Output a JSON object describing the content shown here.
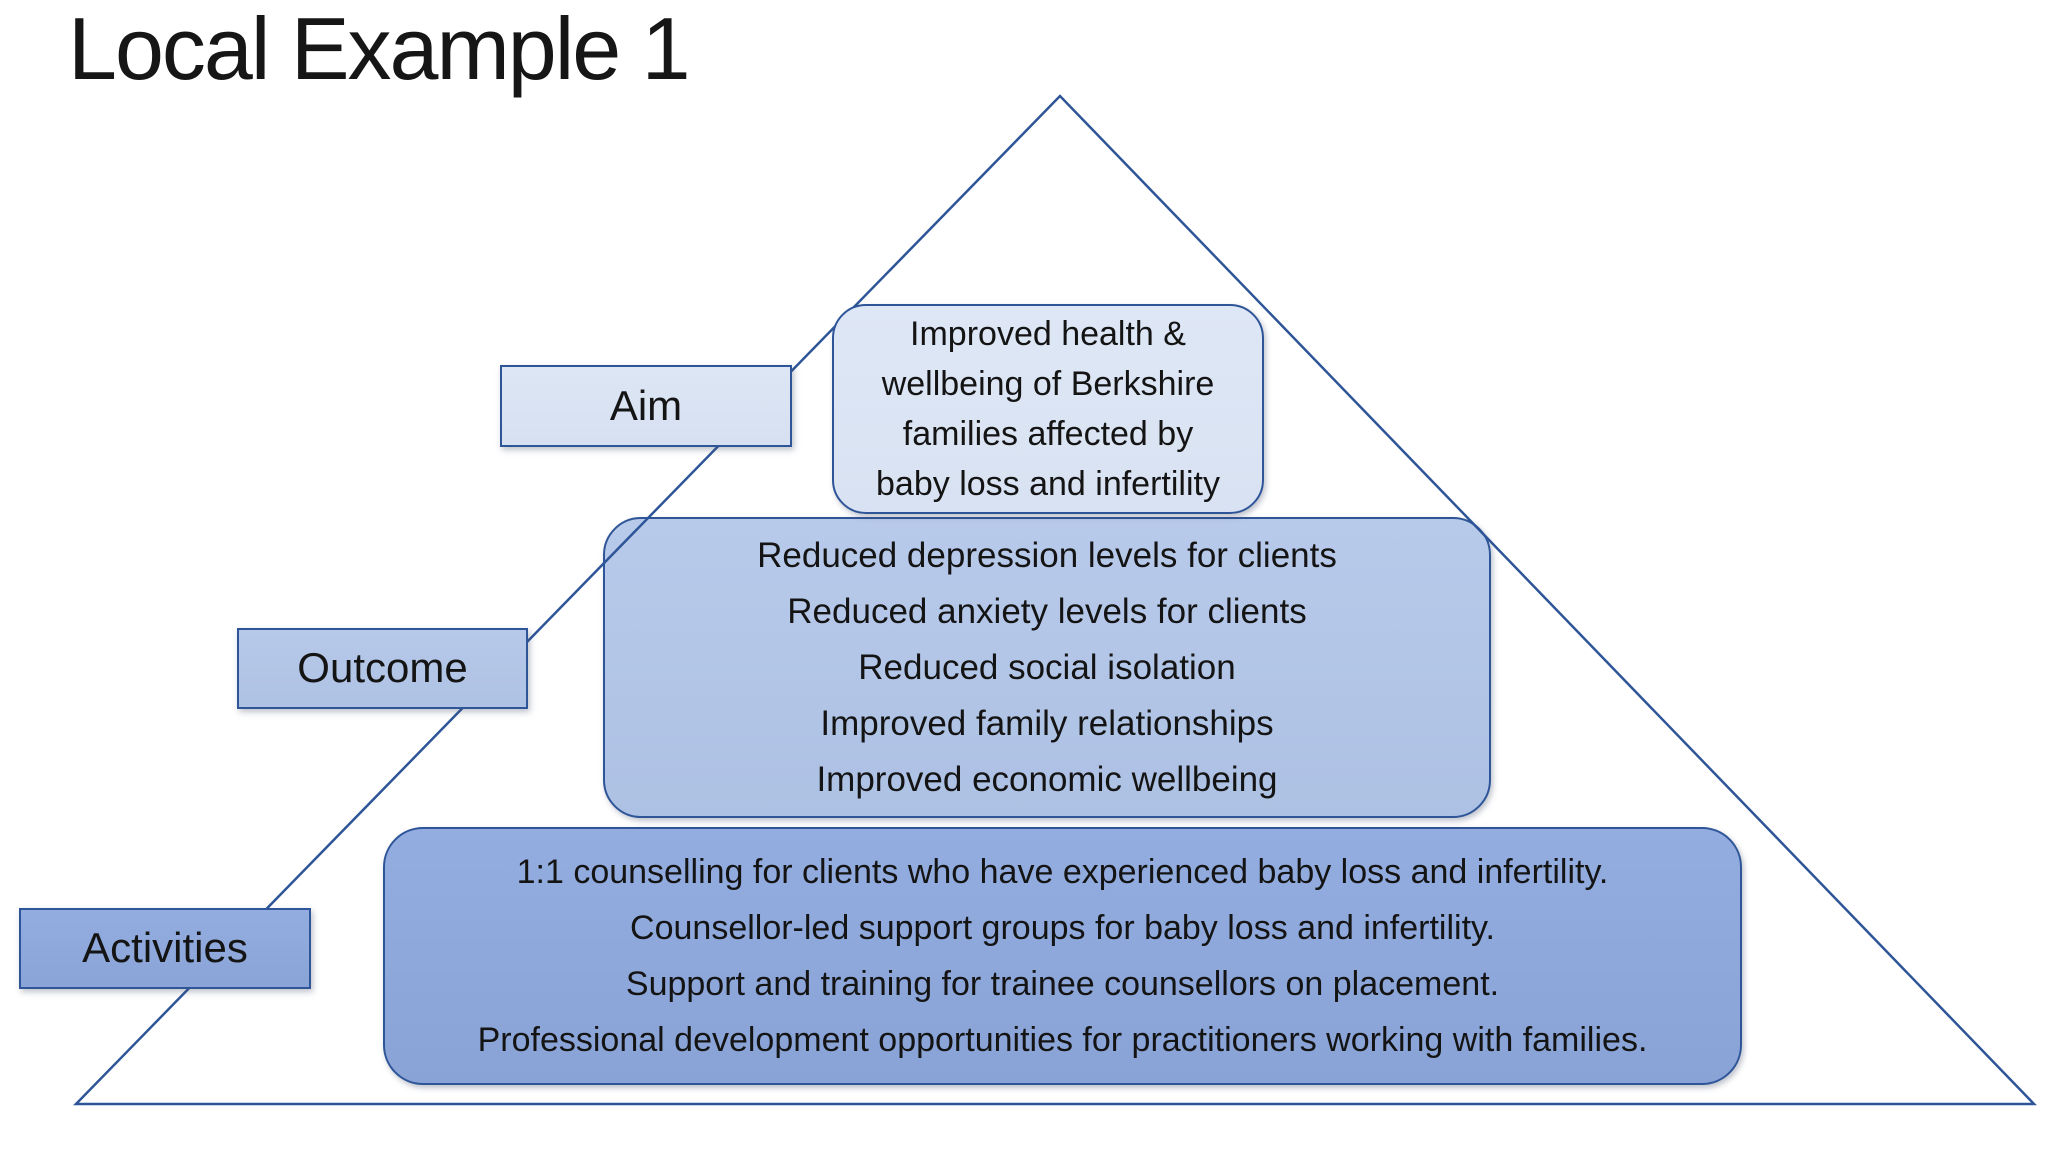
{
  "slide": {
    "title": "Local Example 1"
  },
  "colors": {
    "shape_border": "#2e5597",
    "triangle_line": "#2e5597",
    "aim_fill": "#dae3f3",
    "outcome_fill": "#b4c7e7",
    "activities_fill": "#8faadc",
    "text": "#141414",
    "background": "#ffffff"
  },
  "pyramid": {
    "aim": {
      "label": "Aim",
      "lines": [
        "Improved health &",
        "wellbeing of Berkshire",
        "families affected by",
        "baby loss and infertility"
      ]
    },
    "outcome": {
      "label": "Outcome",
      "lines": [
        "Reduced depression levels for clients",
        "Reduced anxiety levels for clients",
        "Reduced social isolation",
        "Improved family relationships",
        "Improved economic wellbeing"
      ]
    },
    "activities": {
      "label": "Activities",
      "lines": [
        "1:1 counselling for clients who have experienced baby loss and infertility.",
        "Counsellor-led support groups for baby loss and infertility.",
        "Support and training for trainee counsellors on placement.",
        "Professional development opportunities for practitioners working with families."
      ]
    }
  }
}
